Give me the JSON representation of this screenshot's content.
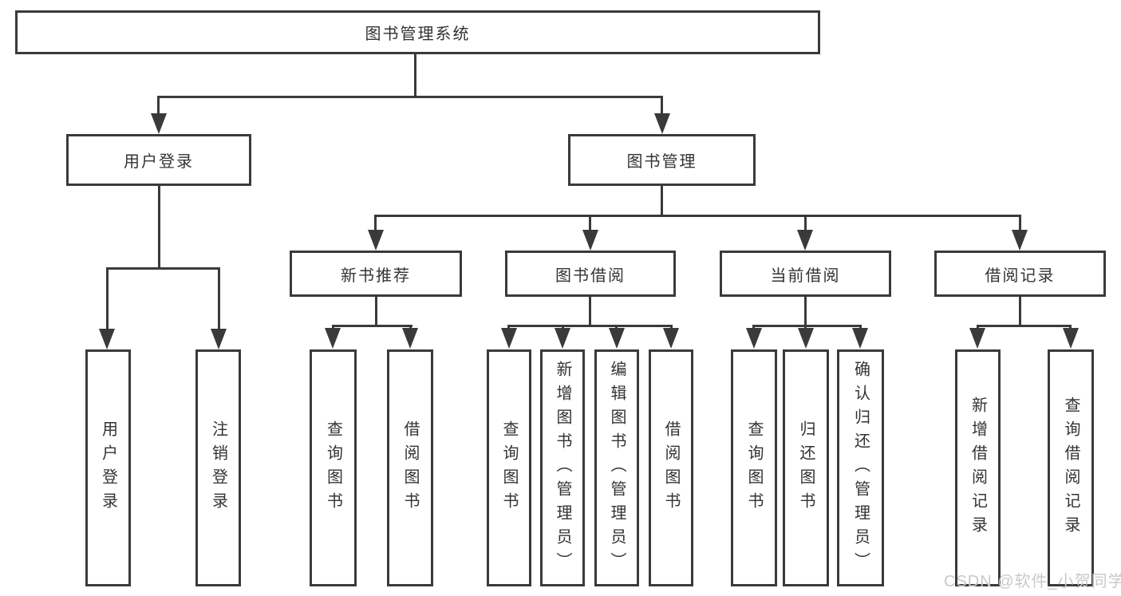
{
  "diagram": {
    "root": {
      "label": "图书管理系统",
      "children": [
        {
          "label": "用户登录",
          "children": [
            {
              "label": "用户登录"
            },
            {
              "label": "注销登录"
            }
          ]
        },
        {
          "label": "图书管理",
          "children": [
            {
              "label": "新书推荐",
              "children": [
                {
                  "label": "查询图书"
                },
                {
                  "label": "借阅图书"
                }
              ]
            },
            {
              "label": "图书借阅",
              "children": [
                {
                  "label": "查询图书"
                },
                {
                  "label": "新增图书（管理员）"
                },
                {
                  "label": "编辑图书（管理员）"
                },
                {
                  "label": "借阅图书"
                }
              ]
            },
            {
              "label": "当前借阅",
              "children": [
                {
                  "label": "查询图书"
                },
                {
                  "label": "归还图书"
                },
                {
                  "label": "确认归还（管理员）"
                }
              ]
            },
            {
              "label": "借阅记录",
              "children": [
                {
                  "label": "新增借阅记录"
                },
                {
                  "label": "查询借阅记录"
                }
              ]
            }
          ]
        }
      ]
    }
  },
  "watermark": {
    "text": "CSDN @软件_小贺同学"
  },
  "colors": {
    "line": "#3a3a3a",
    "text": "#333333",
    "watermark": "#c9c9c9",
    "background": "#ffffff"
  }
}
